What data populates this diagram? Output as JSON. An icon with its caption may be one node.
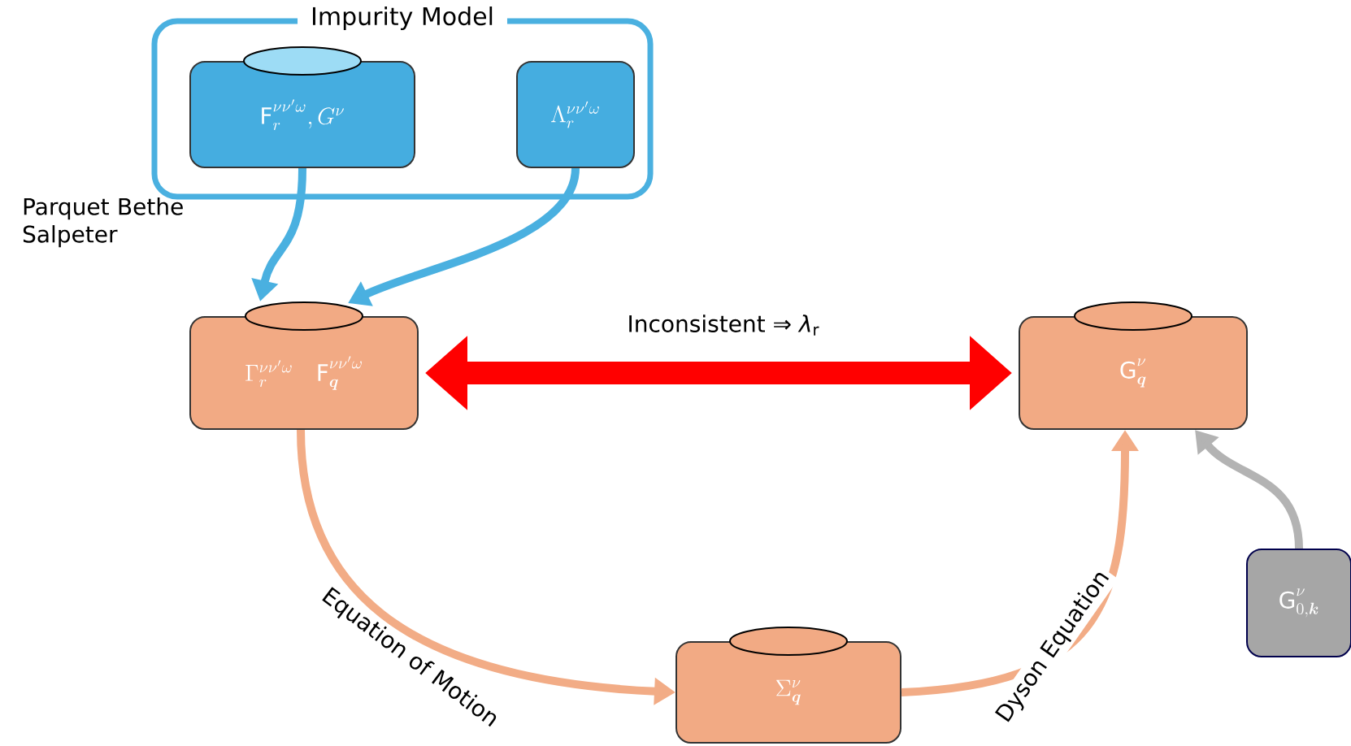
{
  "diagram": {
    "nodes": [
      {
        "text": [
          "Impurity Model"
        ]
      },
      {
        "text": [
          "\\mathrm{F}_r^{\\nu\\nu'\\omega}, G^{\\nu}"
        ],
        "in": 0
      },
      {
        "text": [
          "\\Lambda_r^{\\nu\\nu'\\omega}"
        ],
        "in": 0
      },
      {
        "text": [
          "\\Gamma_r^{\\nu\\nu'\\omega}",
          "\\mathrm{F}_{\\boldsymbol{q}}^{\\nu\\nu'\\omega}"
        ]
      },
      {
        "text": [
          "\\mathrm{G}_{\\boldsymbol{q}}^{\\nu}"
        ]
      },
      {
        "text": [
          "\\Sigma_{\\boldsymbol{q}}^{\\nu}"
        ]
      },
      {
        "text": [
          "\\mathrm{G}_{0,\\boldsymbol{k}}^{\\nu}"
        ]
      }
    ],
    "edges": [
      {
        "from": 1,
        "to": 3,
        "arrow": "to",
        "color": "#4ab0e0"
      },
      {
        "from": 2,
        "to": 3,
        "arrow": "to",
        "color": "#4ab0e0"
      },
      {
        "from": 3,
        "to": 4,
        "arrow": "both",
        "label": "Inconsistent ⇒ *λ*$_{r}$",
        "style": "thick",
        "color": "#ff0000"
      },
      {
        "from": 3,
        "to": 5,
        "arrow": "to",
        "label": "Equation of Motion",
        "color": "#f2ac86"
      },
      {
        "from": 5,
        "to": 4,
        "arrow": "to",
        "label": "Dyson Equation",
        "color": "#f2ac86"
      },
      {
        "from": 6,
        "to": 4,
        "arrow": "to",
        "color": "#b3b3b3"
      }
    ],
    "labels": [
      "Parquet Bethe Salpeter"
    ]
  }
}
